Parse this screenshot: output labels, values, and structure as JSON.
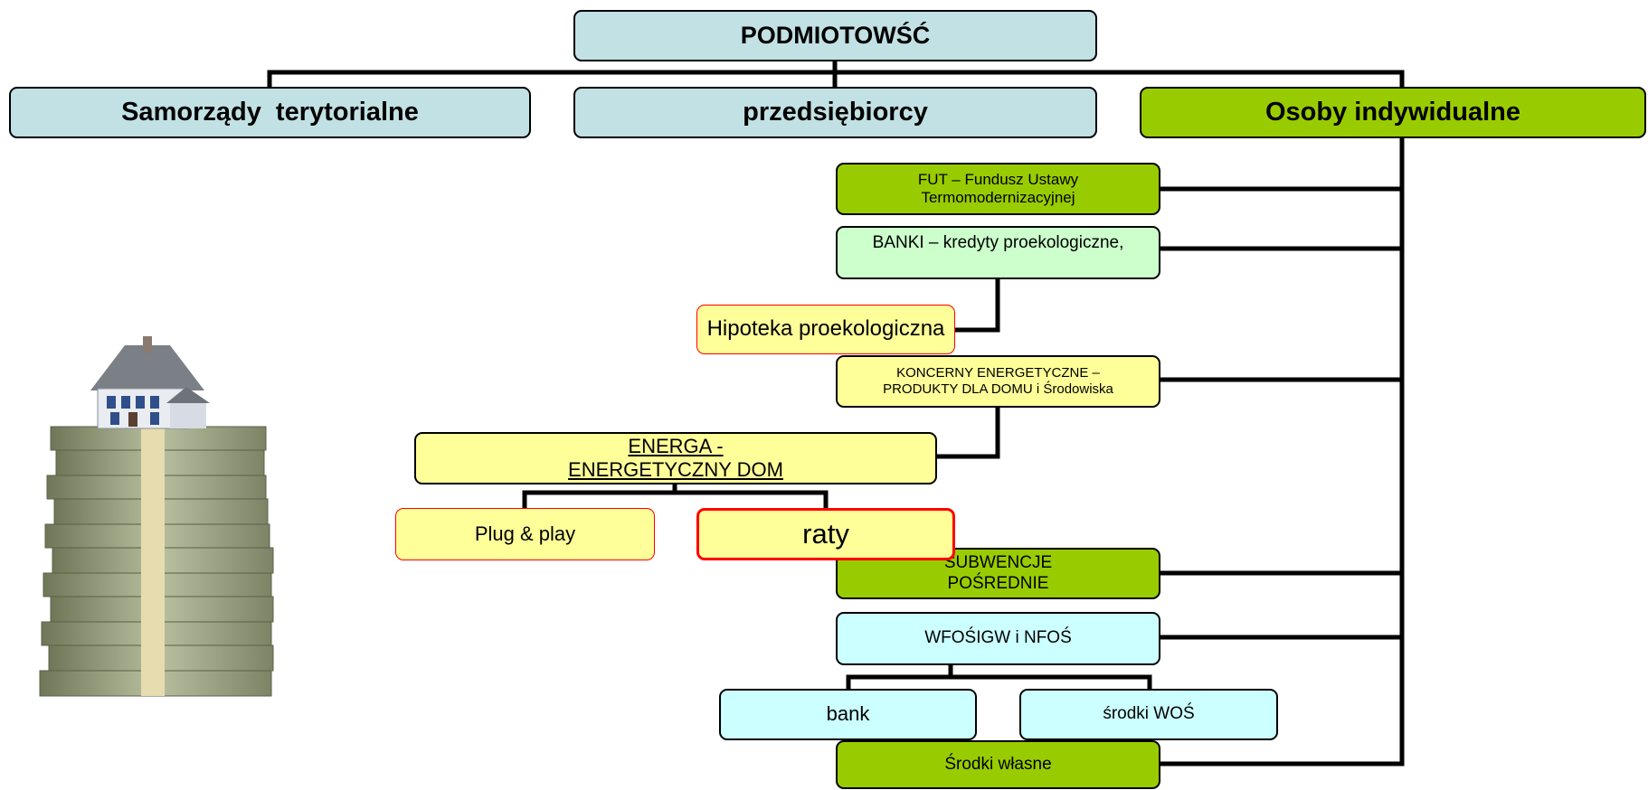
{
  "diagram": {
    "root": "PODMIOTOWŚĆ",
    "categories": {
      "local_gov": "Samorządy  terytorialne",
      "entrepreneurs": "przedsiębiorcy",
      "individuals": "Osoby indywidualne"
    },
    "nodes": {
      "fut_line1": "FUT – Fundusz Ustawy",
      "fut_line2": "Termomodernizacyjnej",
      "banki": "BANKI – kredyty proekologiczne,",
      "hipoteka": "Hipoteka proekologiczna",
      "koncerny_line1": "KONCERNY ENERGETYCZNE –",
      "koncerny_line2": "PRODUKTY DLA DOMU i Środowiska",
      "energa_line1": "ENERGA  -",
      "energa_line2": "ENERGETYCZNY DOM",
      "plug_play": "Plug & play",
      "raty": "raty",
      "subwencje_line1": "SUBWENCJE",
      "subwencje_line2": "POŚREDNIE",
      "wfosigw": "WFOŚIGW i NFOŚ",
      "bank": "bank",
      "srodki_wos": "środki WOŚ",
      "srodki_wlasne": "Środki własne"
    },
    "colors": {
      "teal": "#c1e1e4",
      "green": "#99cc00",
      "light_green": "#ccffcc",
      "light_yellow": "#ffff99",
      "light_cyan": "#ccffff",
      "highlight_border": "#ff0000"
    }
  },
  "illustration": {
    "description_icon": "house-on-money-stack-icon"
  }
}
